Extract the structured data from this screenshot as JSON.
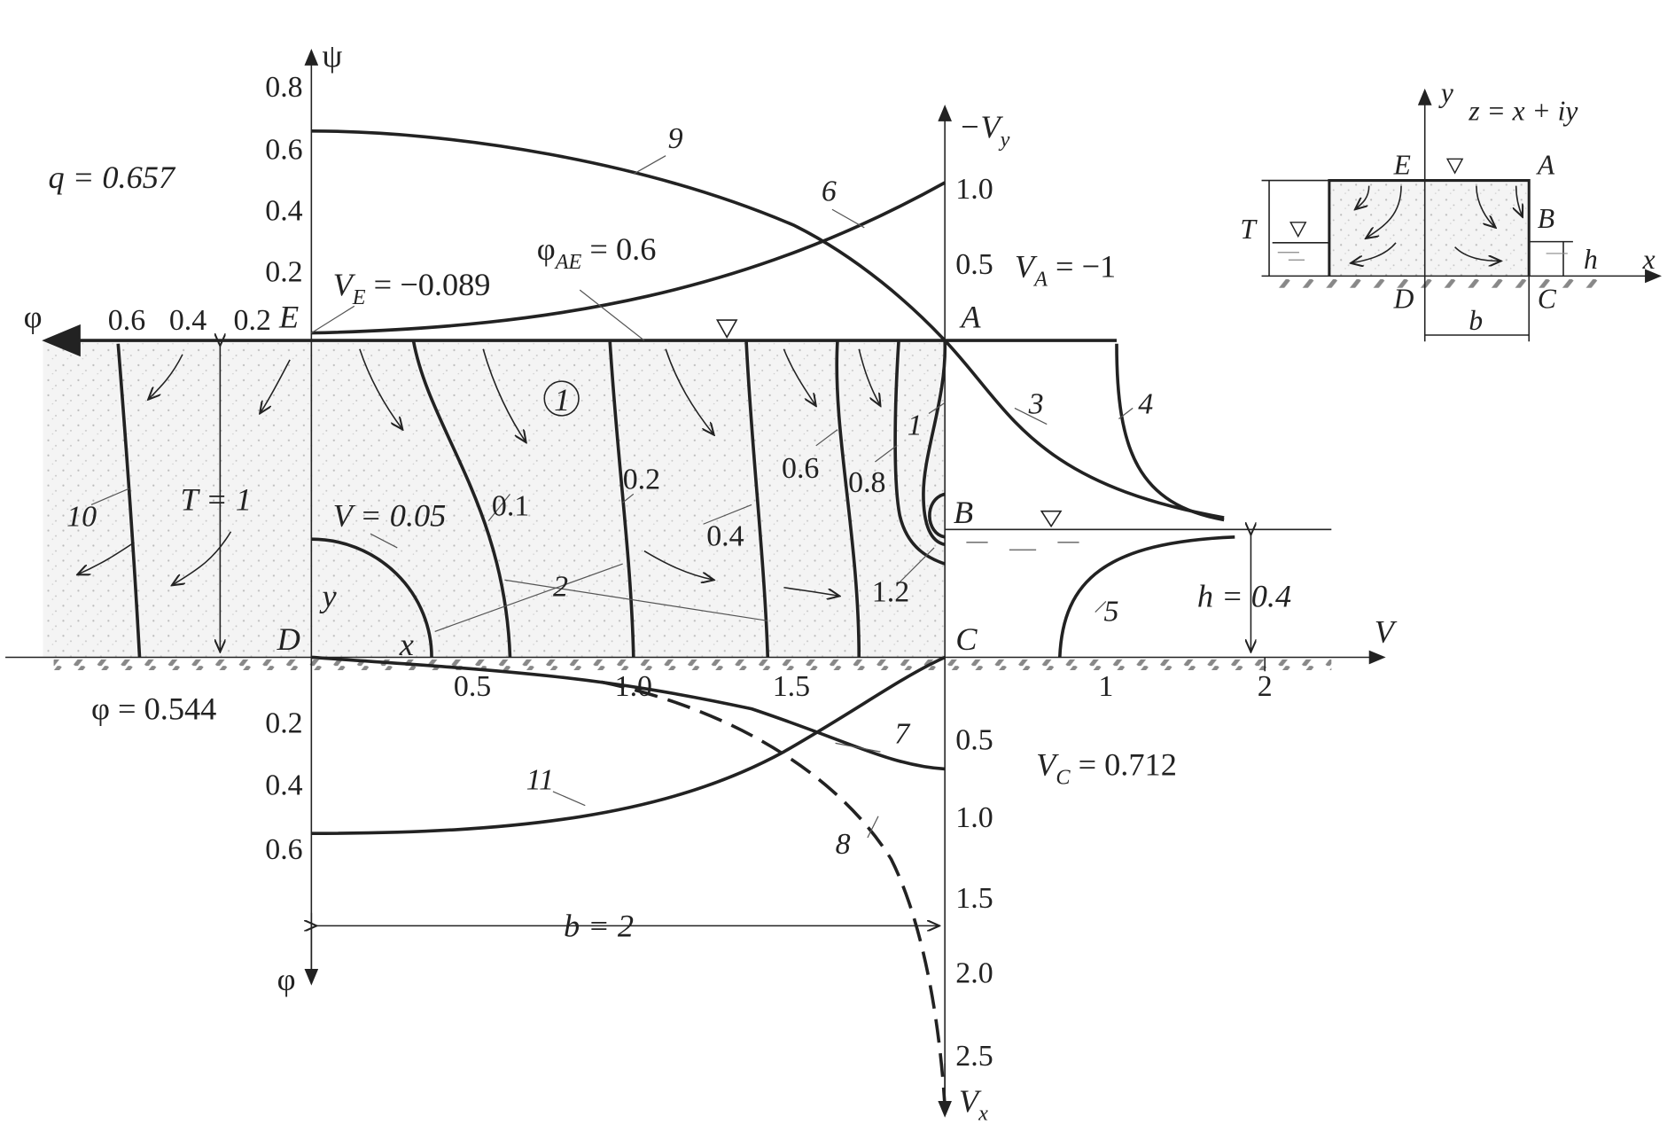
{
  "labels": {
    "psi_axis": "ψ",
    "phi_axis_left": "φ",
    "phi_axis_down": "φ",
    "neg_vy_axis": "−V",
    "neg_vy_sub": "y",
    "vx_axis": "V",
    "vx_sub": "x",
    "v_axis": "V",
    "q": "q = 0.657",
    "phi_ae": "φ",
    "phi_ae_sub": "AE",
    "phi_ae_val": " = 0.6",
    "ve": "V",
    "ve_sub": "E",
    "ve_val": " = −0.089",
    "va": "V",
    "va_sub": "A",
    "va_val": " = −1",
    "vc": "V",
    "vc_sub": "C",
    "vc_val": " = 0.712",
    "phi_bottom": "φ = 0.544",
    "t1": "T = 1",
    "h04": "h = 0.4",
    "b2": "b = 2",
    "v005": "V = 0.05",
    "pt_E": "E",
    "pt_A": "A",
    "pt_B": "B",
    "pt_C": "C",
    "pt_D": "D",
    "y_local": "y",
    "x_local": "x",
    "region": "1"
  },
  "curve_numbers": [
    "1",
    "2",
    "3",
    "4",
    "5",
    "6",
    "7",
    "8",
    "9",
    "10",
    "11"
  ],
  "equipotential_labels": [
    "0.1",
    "0.2",
    "0.4",
    "0.6",
    "0.8",
    "1.2"
  ],
  "ticks": {
    "psi_up": [
      "0.8",
      "0.6",
      "0.4",
      "0.2"
    ],
    "phi_down": [
      "0.2",
      "0.4",
      "0.6"
    ],
    "phi_left": [
      "0.6",
      "0.4",
      "0.2"
    ],
    "neg_vy": [
      "1.0",
      "0.5"
    ],
    "vx": [
      "0.5",
      "1.0",
      "1.5",
      "2.0",
      "2.5"
    ],
    "x_bottom": [
      "0.5",
      "1.0",
      "1.5"
    ],
    "v": [
      "1",
      "2"
    ]
  },
  "inset": {
    "y": "y",
    "x": "x",
    "z": "z = x + iy",
    "E": "E",
    "A": "A",
    "B": "B",
    "C": "C",
    "D": "D",
    "T": "T",
    "h": "h",
    "b": "b"
  }
}
